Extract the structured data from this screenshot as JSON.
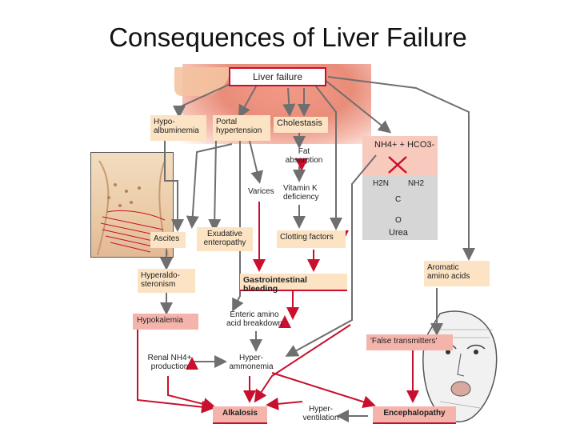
{
  "title": "Consequences of Liver Failure",
  "nodes": {
    "liver_failure": "Liver failure",
    "hypoalbuminemia": "Hypo-\nalbuminemia",
    "portal_hypertension": "Portal\nhypertension",
    "cholestasis": "Cholestasis",
    "fat_absorption": "Fat\nabsorption",
    "varices": "Varices",
    "vitamin_k": "Vitamin K\ndeficiency",
    "ascites": "Ascites",
    "exudative": "Exudative\nenteropathy",
    "clotting": "Clotting factors",
    "hyperaldosteronism": "Hyperaldo-\nsteronism",
    "gi_bleeding": "Gastrointestinal bleeding",
    "aromatic": "Aromatic\namino acids",
    "hypokalemia": "Hypokalemia",
    "enteric": "Enteric amino\nacid breakdown",
    "false_transmitters": "'False transmitters'",
    "renal": "Renal NH4+\nproduction",
    "hyperammonemia": "Hyper-\nammonemia",
    "alkalosis": "Alkalosis",
    "hyperventilation": "Hyper-\nventilation",
    "encephalopathy": "Encephalopathy"
  },
  "urea_panel": {
    "top": "NH4+ + HCO3-",
    "h2n": "H2N",
    "nh2": "NH2",
    "c": "C",
    "o": "O",
    "urea": "Urea"
  },
  "colors": {
    "red": "#c8102e",
    "gray": "#6f6f6f",
    "tan": "#fbe3c4",
    "pink": "#f5b4ab"
  }
}
